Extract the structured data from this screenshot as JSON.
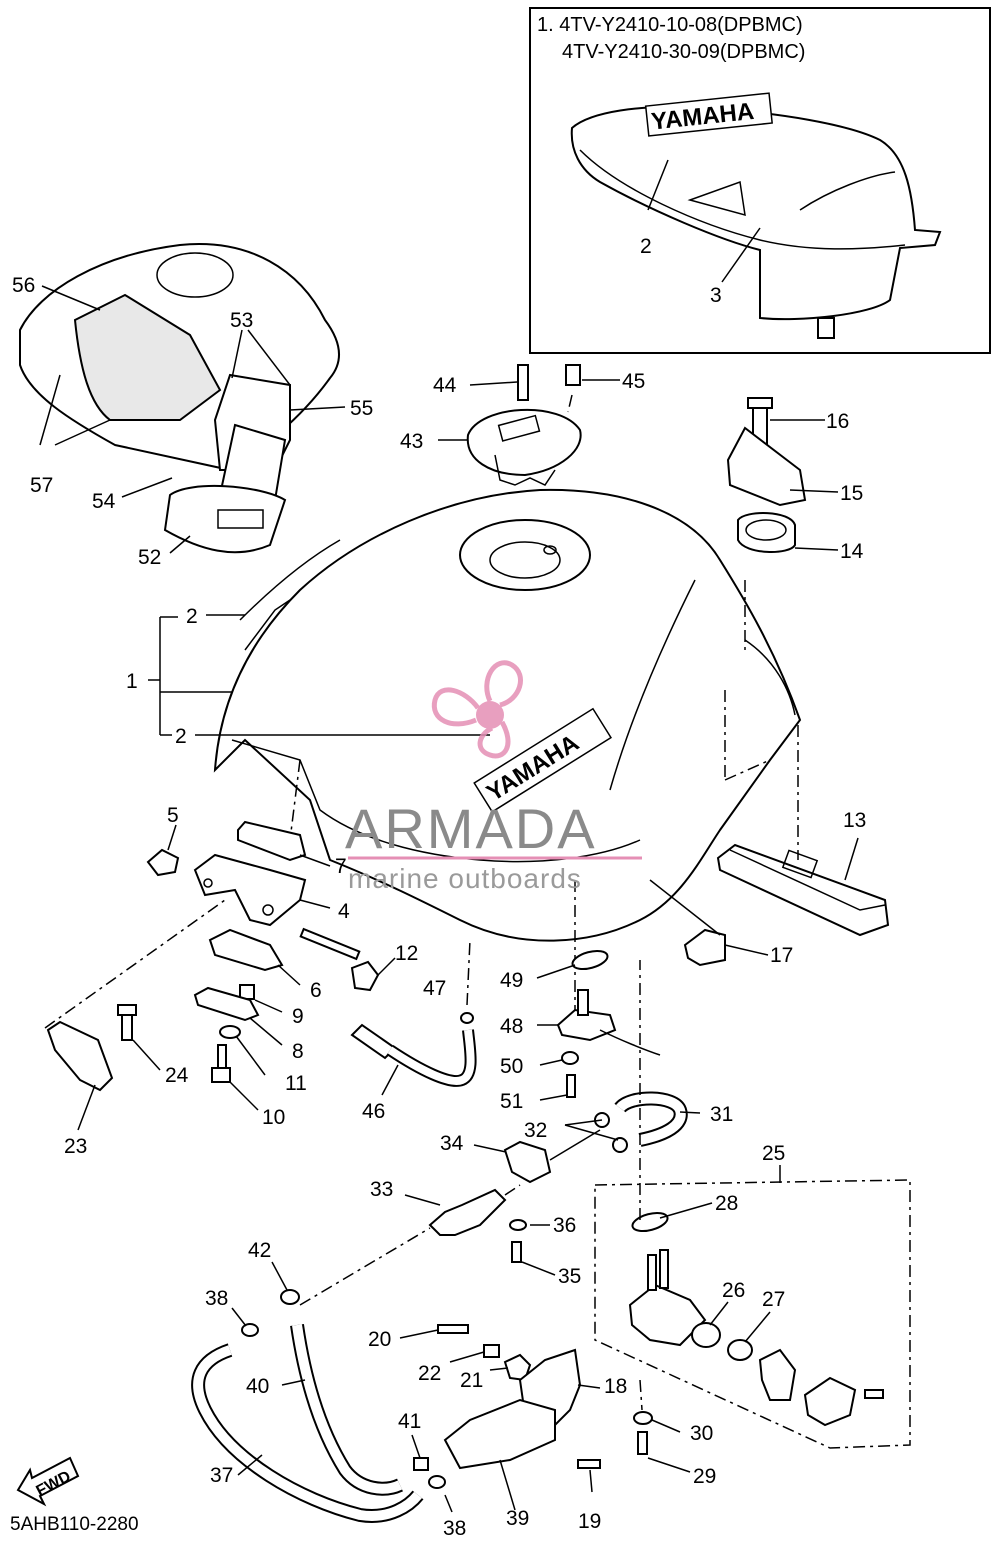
{
  "inset": {
    "line1": "1. 4TV-Y2410-10-08(DPBMC)",
    "line2": "4TV-Y2410-30-09(DPBMC)",
    "callouts": [
      "2",
      "3"
    ]
  },
  "tank_logo": "YAMAHA",
  "watermark": {
    "brand": "ARMADA",
    "tagline": "marine outboards",
    "accent_color": "#e58fb5"
  },
  "diagram_code": "5AHB110-2280",
  "fwd_label": "FWD",
  "callouts": [
    "56",
    "53",
    "55",
    "57",
    "54",
    "52",
    "44",
    "45",
    "43",
    "16",
    "15",
    "14",
    "2",
    "1",
    "2",
    "13",
    "5",
    "7",
    "4",
    "17",
    "12",
    "6",
    "9",
    "8",
    "11",
    "10",
    "47",
    "49",
    "48",
    "50",
    "51",
    "24",
    "23",
    "46",
    "31",
    "32",
    "34",
    "25",
    "33",
    "28",
    "36",
    "35",
    "42",
    "38",
    "26",
    "27",
    "20",
    "22",
    "21",
    "18",
    "40",
    "41",
    "30",
    "37",
    "39",
    "38",
    "19",
    "29"
  ]
}
